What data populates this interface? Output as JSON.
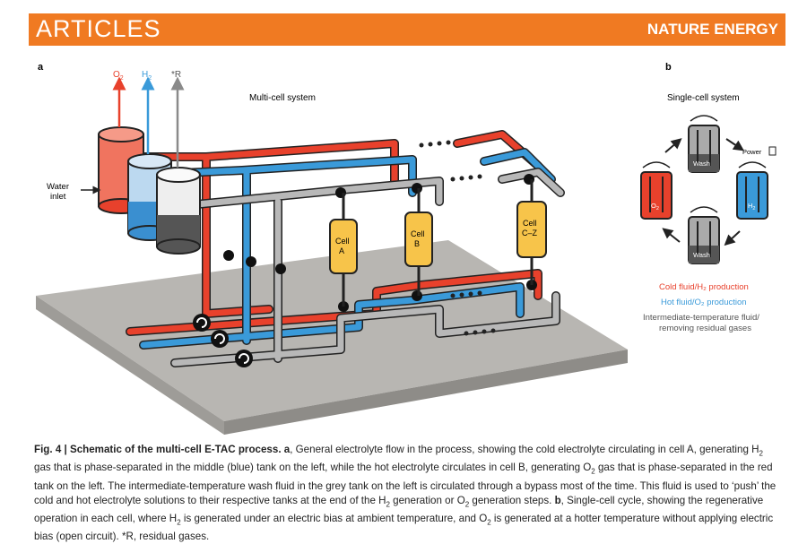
{
  "header": {
    "section": "ARTICLES",
    "journal": "NATURE ENERGY"
  },
  "panel_a": {
    "label": "a",
    "title": "Multi-cell system",
    "outputs": {
      "o2": "O",
      "o2_sub": "2",
      "h2": "H",
      "h2_sub": "2",
      "r": "*R"
    },
    "water_inlet": [
      "Water",
      "inlet"
    ],
    "cells": [
      {
        "lines": [
          "Cell",
          "A"
        ]
      },
      {
        "lines": [
          "Cell",
          "B"
        ]
      },
      {
        "lines": [
          "Cell",
          "C–Z"
        ]
      }
    ]
  },
  "panel_b": {
    "label": "b",
    "title": "Single-cell system",
    "power": "Power",
    "wash": "Wash",
    "o2": "O",
    "o2_sub": "2",
    "h2": "H",
    "h2_sub": "2",
    "legend": [
      {
        "text": "Cold fluid/H₂ production",
        "color": "#e8412c"
      },
      {
        "text": "Hot fluid/O₂ production",
        "color": "#3a9ad9"
      },
      {
        "text": "Intermediate-temperature fluid/",
        "color": "#555555"
      },
      {
        "text": "removing residual gases",
        "color": "#555555"
      }
    ]
  },
  "colors": {
    "banner": "#f07a22",
    "red": "#e8412c",
    "blue": "#3a9ad9",
    "grey": "#8a8a8a",
    "cell": "#f7c44a"
  },
  "caption": {
    "fig_label": "Fig. 4 | Schematic of the multi-cell E-TAC process.",
    "a": " a",
    "t1": ", General electrolyte flow in the process, showing the cold electrolyte circulating in cell A, generating H",
    "t2": " gas that is phase-separated in the middle (blue) tank on the left, while the hot electrolyte circulates in cell B, generating O",
    "t3": " gas that is phase-separated in the red tank on the left. The intermediate-temperature wash fluid in the grey tank on the left is circulated through a bypass most of the time. This fluid is used to ‘push’ the cold and hot electrolyte solutions to their respective tanks at the end of the H",
    "t4": " generation or O",
    "t5": " generation steps.",
    "b": " b",
    "t6": ", Single-cell cycle, showing the regenerative operation in each cell, where H",
    "t7": " is generated under an electric bias at ambient temperature, and O",
    "t8": " is generated at a hotter temperature without applying electric bias (open circuit). *R, residual gases.",
    "sub2": "2"
  }
}
